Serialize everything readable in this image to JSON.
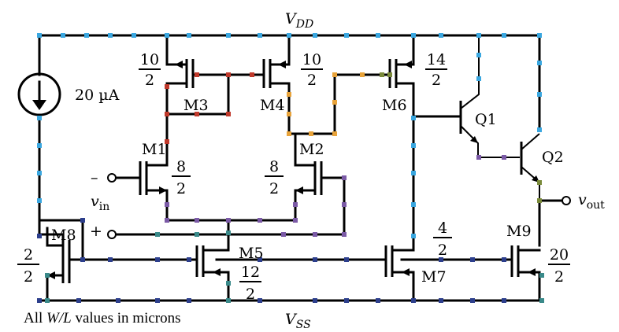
{
  "rails": {
    "vdd": "V",
    "vdd_sub": "DD",
    "vss": "V",
    "vss_sub": "SS"
  },
  "current_source": {
    "label": "20 µA"
  },
  "transistors": {
    "M1": {
      "name": "M1",
      "w": "8",
      "l": "2"
    },
    "M2": {
      "name": "M2",
      "w": "8",
      "l": "2"
    },
    "M3": {
      "name": "M3",
      "w": "10",
      "l": "2"
    },
    "M4": {
      "name": "M4",
      "w": "10",
      "l": "2"
    },
    "M5": {
      "name": "M5",
      "w": "12",
      "l": "2"
    },
    "M6": {
      "name": "M6",
      "w": "14",
      "l": "2"
    },
    "M7": {
      "name": "M7",
      "w": "4",
      "l": "2"
    },
    "M8": {
      "name": "M8",
      "w": "2",
      "l": "2"
    },
    "M9": {
      "name": "M9",
      "w": "20",
      "l": "2"
    },
    "Q1": {
      "name": "Q1"
    },
    "Q2": {
      "name": "Q2"
    }
  },
  "ports": {
    "vin_minus": "–",
    "vin_plus": "+",
    "vin": "v",
    "vin_sub": "in",
    "vout": "v",
    "vout_sub": "out"
  },
  "note": {
    "prefix": "All ",
    "ratio": "W/L",
    "suffix": " values in microns"
  },
  "colors": {
    "wire": "#000000",
    "node_blue": "#3aa7e0",
    "node_red": "#c0392b",
    "node_orange": "#e8a33a",
    "node_purple": "#7b5aa6",
    "node_olive": "#7a8a3a",
    "node_teal": "#3a8a8a",
    "node_navy": "#2c3e8c"
  }
}
